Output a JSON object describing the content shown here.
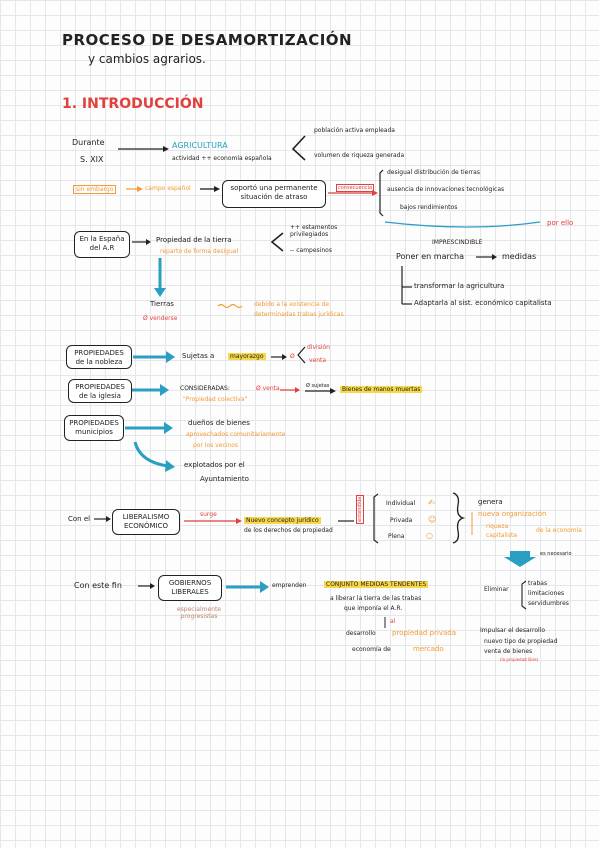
{
  "title": "PROCESO DE DESAMORTIZACIÓN",
  "subtitle": "y cambios agrarios.",
  "section": "1. INTRODUCCIÓN",
  "intro": {
    "durante": "Durante",
    "siglo": "S. XIX",
    "agricultura": "AGRICULTURA",
    "agricultura_sub": "actividad ++ economía española",
    "pob": "población activa empleada",
    "vol": "volumen de riqueza generada"
  },
  "problema": {
    "sin_embargo": "sin embargo",
    "campo": "campo español",
    "box": "soportó una permanente situación de atraso",
    "consecuencia": "consecuencia",
    "c1": "desigual distribución de tierras",
    "c2": "ausencia de innovaciones tecnológicas",
    "c3": "bajos rendimientos",
    "por_ello": "por ello",
    "imprescindible": "IMPRESCINDIBLE",
    "poner": "Poner en marcha",
    "medidas": "medidas",
    "m1": "transformar la agricultura",
    "m2": "Adaptarla al sist. económico capitalista"
  },
  "ar": {
    "box": "En la España del A.R",
    "propiedad": "Propiedad de la tierra",
    "reparto": "reparto de forma desigual",
    "e1": "++ estamentos privilegiados",
    "e2": "-- campesinos",
    "tierras": "Tierras",
    "no_venderse": "Ø venderse",
    "debido": "debido a la existencia de",
    "debido2": "determinadas trabas jurídicas"
  },
  "props": {
    "nobleza_box": "PROPIEDADES de la nobleza",
    "sujetas": "Sujetas a",
    "mayorazgo": "mayorazgo",
    "division": "división",
    "venta": "venta",
    "iglesia_box": "PROPIEDADES de la iglesia",
    "consideradas": "CONSIDERADAS:",
    "prop_colectiva": "\"Propiedad colectiva\"",
    "no_venta": "Ø venta",
    "no_sujetas": "Ø sujetas",
    "manos_muertas": "Bienes de manos muertas",
    "mun_box": "PROPIEDADES municipios",
    "duenos": "dueños de bienes",
    "aprovechados": "aprovechados comunitariamente",
    "vecinos": "por los vecinos",
    "explotados": "explotados por el",
    "ayuntamiento": "Ayuntamiento"
  },
  "lib": {
    "con_el": "Con el",
    "box": "LIBERALISMO ECONÓMICO",
    "surge": "surge",
    "nuevo": "Nuevo concepto jurídico",
    "derechos": "de los derechos de propiedad",
    "entendida": "entendida",
    "l1": "Individual",
    "l2": "Privada",
    "l3": "Plena",
    "genera": "genera",
    "nueva_org": "nueva organización",
    "riqueza": "riqueza",
    "capitalista": "capitalista",
    "economia": "de la economía",
    "necesario": "es necesario"
  },
  "gob": {
    "con_este": "Con este fin",
    "box": "GOBIERNOS LIBERALES",
    "esp": "especialmente progresistas",
    "emprenden": "emprenden",
    "conjunto": "CONJUNTO MEDIDAS TENDENTES",
    "liberar": "a liberar la tierra de las trabas",
    "impone": "que imponía el A.R.",
    "al": "al",
    "desarrollo": "desarrollo",
    "prop_privada": "propiedad privada",
    "economia": "economía de",
    "mercado": "mercado",
    "eliminar": "Eliminar",
    "e1": "trabas",
    "e2": "limitaciones",
    "e3": "servidumbres",
    "impulsar": "Impulsar el desarrollo",
    "i1": "nuevo tipo de propiedad",
    "i2": "venta de bienes",
    "i3": "(la propiedad libre)"
  }
}
